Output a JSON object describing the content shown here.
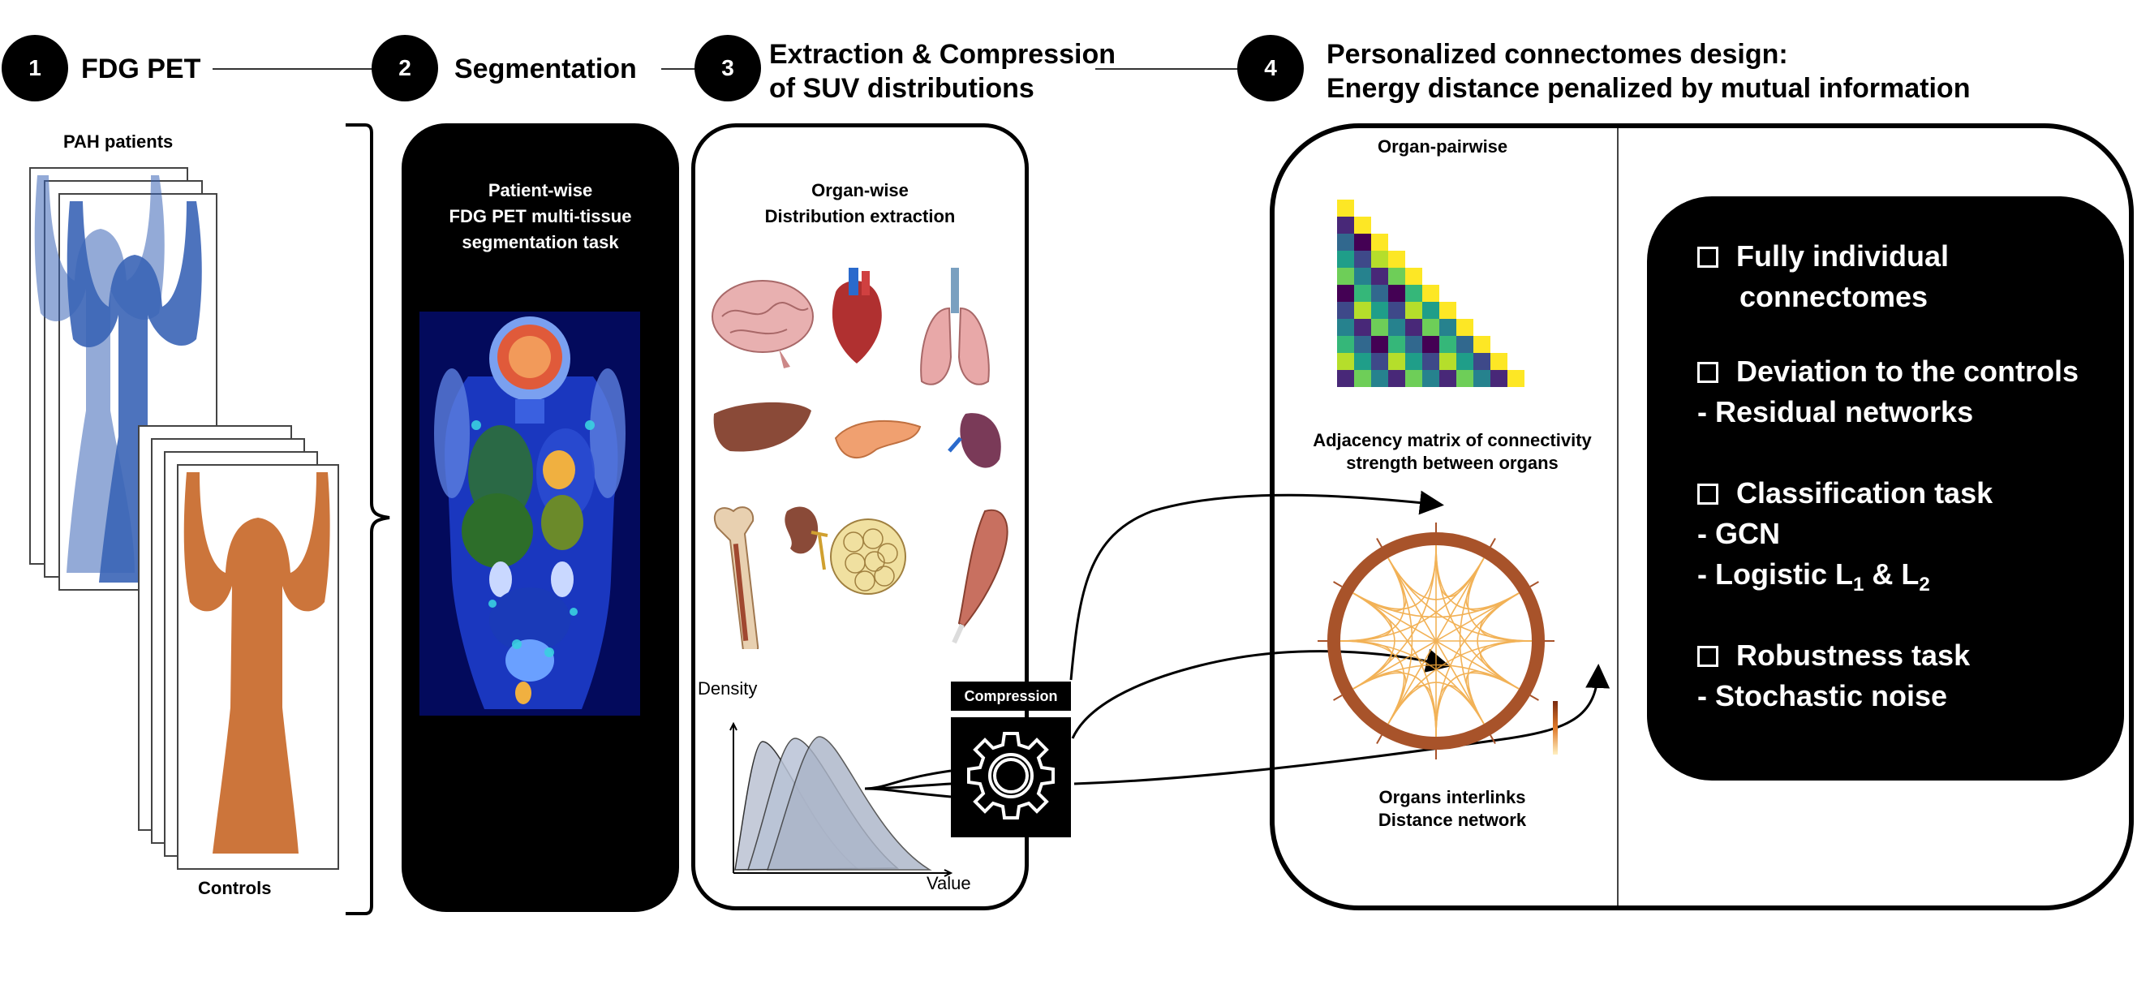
{
  "steps": [
    {
      "num": "1",
      "title": "FDG PET"
    },
    {
      "num": "2",
      "title": "Segmentation"
    },
    {
      "num": "3",
      "title_line1": "Extraction & Compression",
      "title_line2": "of SUV distributions"
    },
    {
      "num": "4",
      "title_line1": "Personalized connectomes design:",
      "title_line2": "Energy distance penalized by mutual information"
    }
  ],
  "panel1": {
    "top_label": "PAH patients",
    "bottom_label": "Controls"
  },
  "panel2": {
    "line1": "Patient-wise",
    "line2": "FDG PET multi-tissue",
    "line3": "segmentation task"
  },
  "panel3": {
    "line1": "Organ-wise",
    "line2": "Distribution extraction",
    "ylabel": "Density",
    "xlabel": "Value",
    "compression_label": "Compression"
  },
  "panel4": {
    "header": "Organ-pairwise",
    "matrix_caption_line1": "Adjacency matrix of connectivity",
    "matrix_caption_line2": "strength between organs",
    "network_caption_line1": "Organs interlinks",
    "network_caption_line2": "Distance network"
  },
  "tasks": {
    "item1_line1": "Fully individual",
    "item1_line2": "connectomes",
    "item2_line1": "Deviation to the controls",
    "item2_line2": "- Residual networks",
    "item3_line1": "Classification task",
    "item3_line2": "- GCN",
    "item3_line3_prefix": "- Logistic L",
    "item3_sub1": "1",
    "item3_mid": " & L",
    "item3_sub2": "2",
    "item4_line1": "Robustness task",
    "item4_line2": "- Stochastic noise"
  },
  "colors": {
    "pah_blue": "#3a64b6",
    "control_orange": "#c8692a",
    "ring_brown": "#a8532a",
    "link_orange": "#f0a53a",
    "density_fill": "#b9c3d6"
  },
  "icons": [
    "gear-icon",
    "brain-icon",
    "heart-icon",
    "lungs-icon",
    "liver-icon",
    "pancreas-icon",
    "spleen-icon",
    "bone-icon",
    "kidney-icon",
    "fat-icon",
    "muscle-icon"
  ]
}
